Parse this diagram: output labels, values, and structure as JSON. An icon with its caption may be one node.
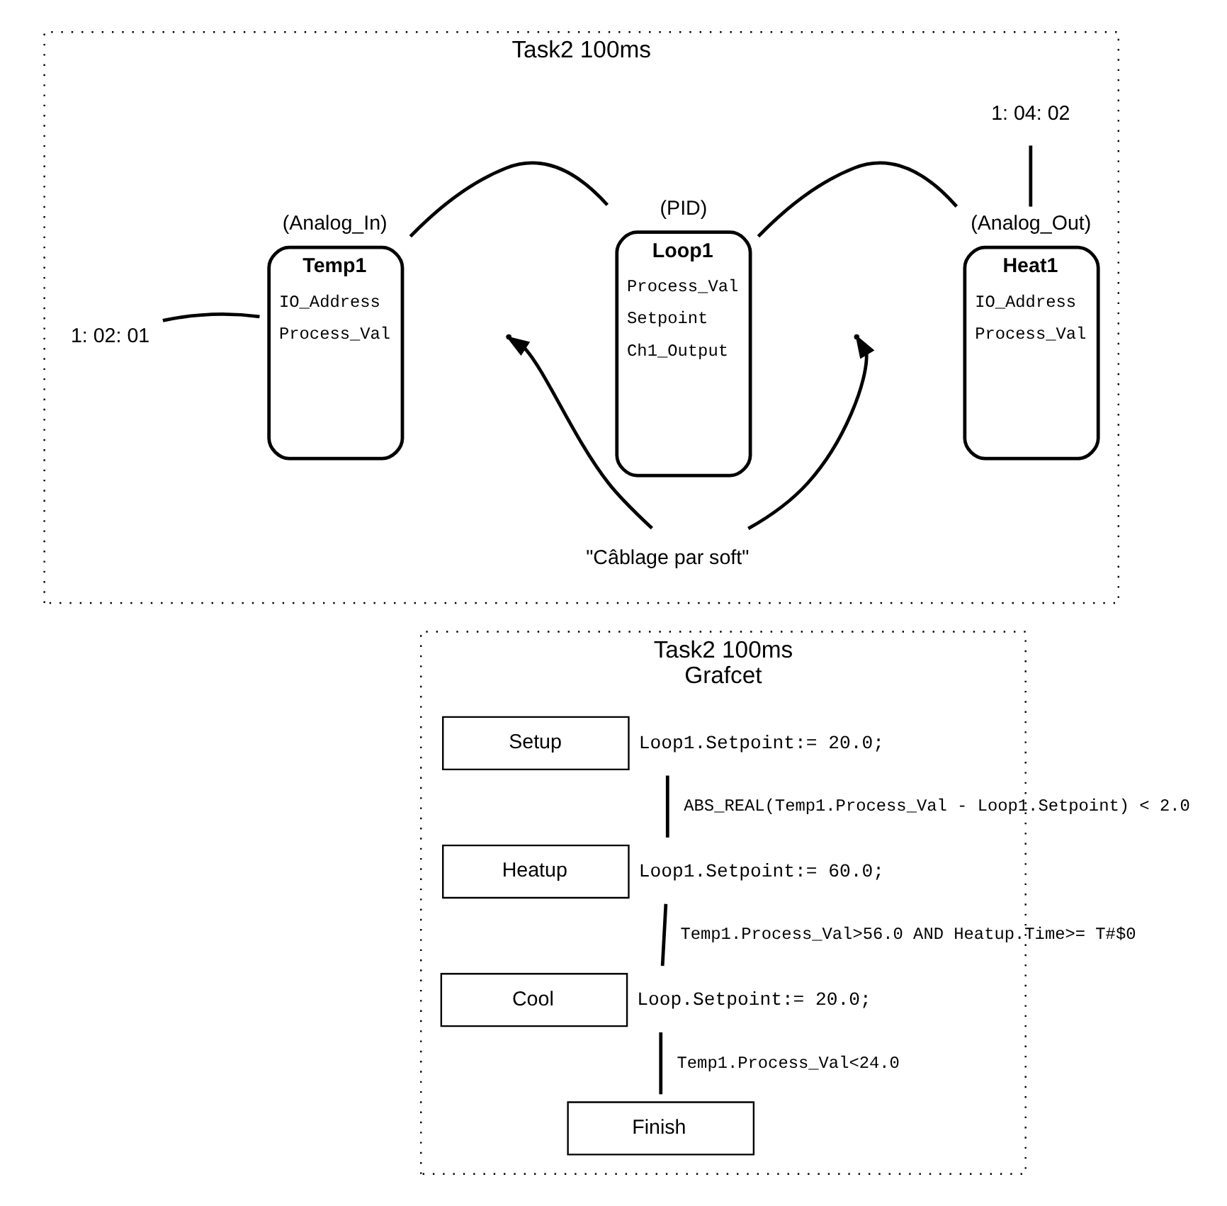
{
  "diagram": {
    "nodes": [
      {
        "text": [
          "Task2 100ms"
        ]
      },
      {
        "text": [
          "(Analog_In)",
          "Temp1",
          "IO_Address",
          "Process_Val"
        ],
        "in": 0
      },
      {
        "text": [
          "(PID)",
          "Loop1",
          "Process_Val",
          "Setpoint",
          "Ch1_Output"
        ],
        "in": 0
      },
      {
        "text": [
          "(Analog_Out)",
          "Heat1",
          "IO_Address",
          "Process_Val"
        ],
        "in": 0
      },
      {
        "text": [
          "1: 02: 01"
        ],
        "in": 0
      },
      {
        "text": [
          "1: 04: 02"
        ],
        "in": 0
      },
      {
        "text": [
          "\"Câblage par soft\""
        ],
        "in": 0
      },
      {
        "text": [
          "Task2 100ms",
          "Grafcet"
        ]
      },
      {
        "text": [
          "Setup"
        ],
        "in": 7,
        "beside": [
          "Loop1.Setpoint:= 20.0;"
        ]
      },
      {
        "text": [
          "Heatup"
        ],
        "in": 7,
        "beside": [
          "Loop1.Setpoint:= 60.0;"
        ]
      },
      {
        "text": [
          "Cool"
        ],
        "in": 7,
        "beside": [
          "Loop.Setpoint:= 20.0;"
        ]
      },
      {
        "text": [
          "Finish"
        ],
        "in": 7
      }
    ],
    "edges": [
      {
        "from": 4,
        "to": 1,
        "arrow": "none"
      },
      {
        "from": 1,
        "to": 2,
        "arrow": "none"
      },
      {
        "from": 2,
        "to": 3,
        "arrow": "none"
      },
      {
        "from": 5,
        "to": 3,
        "arrow": "none"
      },
      {
        "from": 6,
        "to": null,
        "arrow": "to"
      },
      {
        "from": 6,
        "to": null,
        "arrow": "to"
      },
      {
        "from": 8,
        "to": 9,
        "arrow": "none",
        "label": "ABS_REAL(Temp1.Process_Val - Loop1.Setpoint) < 2.0"
      },
      {
        "from": 9,
        "to": 10,
        "arrow": "none",
        "label": "Temp1.Process_Val>56.0 AND Heatup.Time>= T#$0"
      },
      {
        "from": 10,
        "to": 11,
        "arrow": "none",
        "label": "Temp1.Process_Val<24.0"
      }
    ]
  }
}
